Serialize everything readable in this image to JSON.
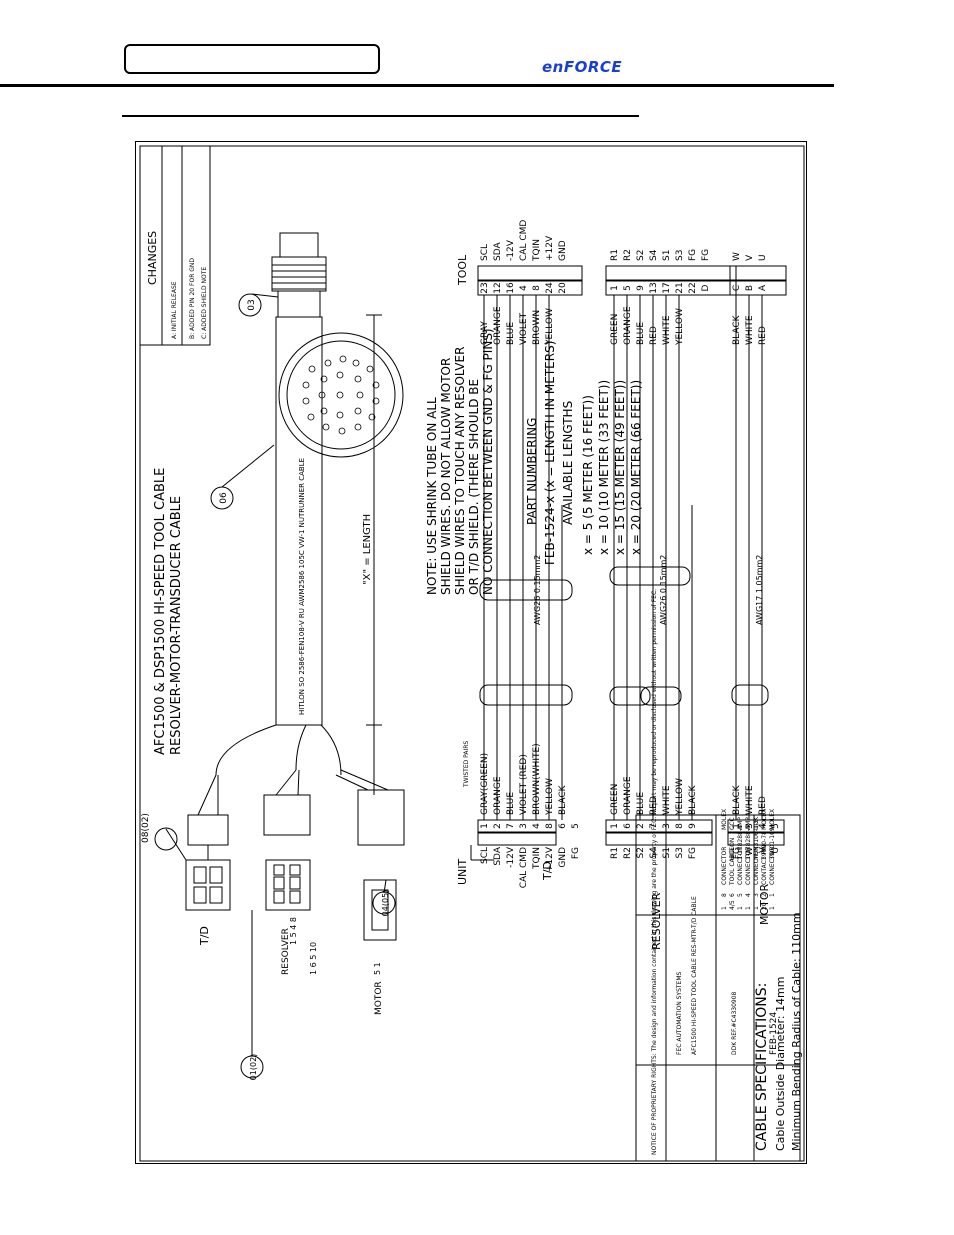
{
  "header": {
    "brand": "enFORCE"
  },
  "drawing": {
    "title_line1": "AFC1500 & DSP1500 HI-SPEED TOOL CABLE",
    "title_line2": "RESOLVER-MOTOR-TRANSDUCER CABLE",
    "cable_jacket": "HITLON SO 2586-FEN108-V RU AWM2586 105C VW-1 NUTRUNNER CABLE",
    "length_label": "\"X\" = LENGTH",
    "twisted_pairs": "TWISTED PAIRS",
    "unit_label": "UNIT",
    "tool_label": "TOOL",
    "group_td": "T/D",
    "group_resolver": "RESOLVER",
    "group_motor": "MOTOR",
    "conn_td_pins": "1 5  4 8",
    "conn_res_pins": "1 6  5 10",
    "conn_motor_pins": "5     1",
    "awg_td": "AWG26  0.15mm2",
    "awg_res": "AWG26  0.15mm2",
    "awg_motor": "AWG17  1.05mm2",
    "callouts": [
      "08(02)",
      "01(02)",
      "04(05)",
      "06",
      "03"
    ],
    "td_rows": [
      {
        "unit": "SCL",
        "unit_pin": "1",
        "unit_color": "GRAY(GREEN)",
        "tool_color": "GRAY",
        "tool_pin": "23",
        "tool": "SCL"
      },
      {
        "unit": "SDA",
        "unit_pin": "2",
        "unit_color": "ORANGE",
        "tool_color": "ORANGE",
        "tool_pin": "12",
        "tool": "SDA"
      },
      {
        "unit": "-12V",
        "unit_pin": "7",
        "unit_color": "BLUE",
        "tool_color": "BLUE",
        "tool_pin": "16",
        "tool": "-12V"
      },
      {
        "unit": "CAL CMD",
        "unit_pin": "3",
        "unit_color": "VIOLET (RED)",
        "tool_color": "VIOLET",
        "tool_pin": "4",
        "tool": "CAL CMD"
      },
      {
        "unit": "TQIN",
        "unit_pin": "4",
        "unit_color": "BROWN(WHITE)",
        "tool_color": "BROWN",
        "tool_pin": "8",
        "tool": "TQIN"
      },
      {
        "unit": "+12V",
        "unit_pin": "8",
        "unit_color": "YELLOW",
        "tool_color": "YELLOW",
        "tool_pin": "24",
        "tool": "+12V"
      },
      {
        "unit": "GND",
        "unit_pin": "6",
        "unit_color": "BLACK",
        "tool_color": "",
        "tool_pin": "20",
        "tool": "GND"
      },
      {
        "unit": "FG",
        "unit_pin": "5",
        "unit_color": "",
        "tool_color": "",
        "tool_pin": "",
        "tool": ""
      }
    ],
    "res_rows": [
      {
        "unit": "R1",
        "unit_pin": "1",
        "unit_color": "GREEN",
        "tool_color": "GREEN",
        "tool_pin": "1",
        "tool": "R1"
      },
      {
        "unit": "R2",
        "unit_pin": "6",
        "unit_color": "ORANGE",
        "tool_color": "ORANGE",
        "tool_pin": "5",
        "tool": "R2"
      },
      {
        "unit": "S2",
        "unit_pin": "2",
        "unit_color": "BLUE",
        "tool_color": "BLUE",
        "tool_pin": "9",
        "tool": "S2"
      },
      {
        "unit": "S4",
        "unit_pin": "7",
        "unit_color": "RED",
        "tool_color": "RED",
        "tool_pin": "13",
        "tool": "S4"
      },
      {
        "unit": "S1",
        "unit_pin": "3",
        "unit_color": "WHITE",
        "tool_color": "WHITE",
        "tool_pin": "17",
        "tool": "S1"
      },
      {
        "unit": "S3",
        "unit_pin": "8",
        "unit_color": "YELLOW",
        "tool_color": "YELLOW",
        "tool_pin": "21",
        "tool": "S3"
      },
      {
        "unit": "FG",
        "unit_pin": "9",
        "unit_color": "BLACK",
        "tool_color": "",
        "tool_pin": "22",
        "tool": "FG"
      },
      {
        "unit": "",
        "unit_pin": "",
        "unit_color": "",
        "tool_color": "",
        "tool_pin": "D",
        "tool": "FG"
      }
    ],
    "motor_rows": [
      {
        "unit": "FG",
        "unit_pin": "1",
        "unit_color": "BLACK",
        "tool_color": "BLACK",
        "tool_pin": "C",
        "tool": "W"
      },
      {
        "unit": "W",
        "unit_pin": "3",
        "unit_color": "WHITE",
        "tool_color": "WHITE",
        "tool_pin": "B",
        "tool": "V"
      },
      {
        "unit": "V",
        "unit_pin": "4",
        "unit_color": "RED",
        "tool_color": "RED",
        "tool_pin": "A",
        "tool": "U"
      },
      {
        "unit": "U",
        "unit_pin": "5",
        "unit_color": "",
        "tool_color": "",
        "tool_pin": "",
        "tool": ""
      }
    ],
    "note_lines": [
      "NOTE: USE SHRINK TUBE ON ALL",
      "SHIELD WIRES. DO NOT ALLOW MOTOR",
      "SHIELD WIRES TO TOUCH ANY RESOLVER",
      "OR T/D SHIELD. (THERE SHOULD BE",
      "NO CONNECTION BETWEEN GND & FG PINS)"
    ],
    "part_numbering": {
      "heading": "PART NUMBERING",
      "format": "FEB-1524-x  (x = LENGTH IN METERS)",
      "available_heading": "AVAILABLE LENGTHS",
      "lengths": [
        "x = 5 (5 METER (16 FEET))",
        "x = 10 (10 METER (33 FEET))",
        "x = 15 (15 METER (49 FEET))",
        "x = 20 (20 METER (66 FEET))"
      ]
    },
    "changes": {
      "heading": "CHANGES",
      "entries": [
        "A: INITIAL RELEASE",
        "B: ADDED PIN 20 FOR GND",
        "C: ADDED SHIELD NOTE"
      ]
    },
    "cable_specs": {
      "heading": "CABLE SPECIFICATIONS:",
      "line1": "Cable Outside Diameter:  14mm",
      "line2": "Minimum Bending Radius of Cable:  110mm"
    },
    "title_block": {
      "bom_rows": [
        [
          "1",
          "8",
          "CONNECTOR",
          "",
          "MOLEX"
        ],
        [
          "4/5",
          "6",
          "TOOL CABLE",
          "HITLON",
          "CCC"
        ],
        [
          "1",
          "5",
          "CONNECTOR",
          "1-178288-3",
          "AMP"
        ],
        [
          "1",
          "4",
          "CONNECTOR",
          "1-178288-3",
          "AMP"
        ],
        [
          "1",
          "3",
          "CONNECTOR",
          "MSN3106-1-S",
          "DDK"
        ],
        [
          "20",
          "2",
          "CONTACT PIN",
          "39000-78",
          "MOLEX"
        ],
        [
          "1",
          "1",
          "CONNECTOR",
          "39001-1091",
          "MOLEX"
        ]
      ],
      "notice": "NOTICE OF PROPRIETARY RIGHTS: The design and information contained in this drawing are the property of FEC. No part may be reproduced or disclosed without written permission of FEC.",
      "company": "FEC AUTOMATION SYSTEMS",
      "drawing_title": "AFC1500 HI-SPEED TOOL CABLE RES-MTR-T/D CABLE",
      "ref": "DDK REF.#C4330908",
      "drawing_no": "FEB-1524"
    }
  }
}
